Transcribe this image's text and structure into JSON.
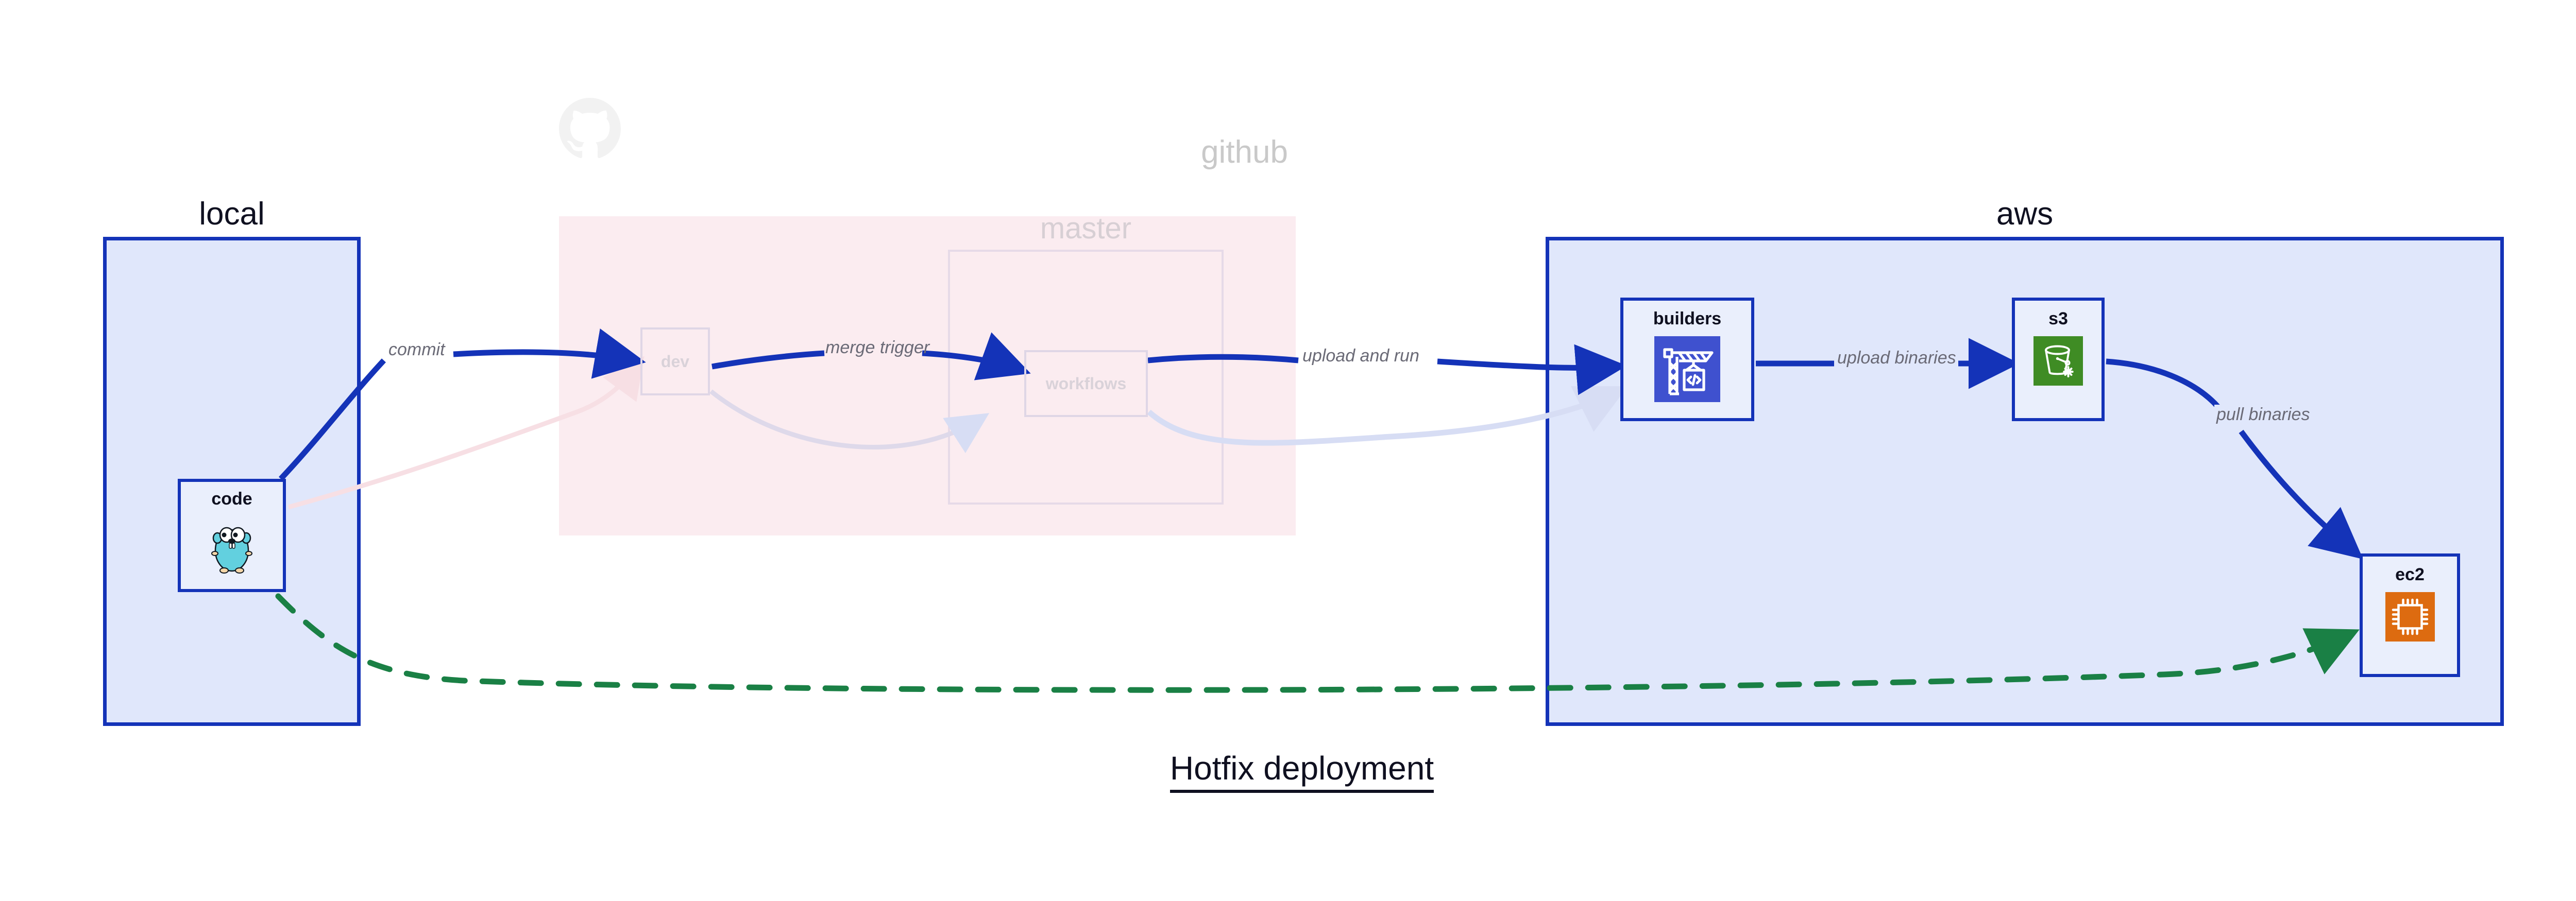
{
  "title": "Hotfix deployment",
  "groups": [
    {
      "id": "local",
      "label": "local"
    },
    {
      "id": "github",
      "label": "github"
    },
    {
      "id": "master",
      "label": "master"
    },
    {
      "id": "aws",
      "label": "aws"
    }
  ],
  "nodes": [
    {
      "id": "code",
      "label": "code",
      "icon": "go-gopher-icon",
      "group": "local",
      "state": "active"
    },
    {
      "id": "dev",
      "label": "dev",
      "icon": "none",
      "group": "github",
      "state": "faded"
    },
    {
      "id": "workflows",
      "label": "workflows",
      "icon": "none",
      "group": "master",
      "state": "faded"
    },
    {
      "id": "builders",
      "label": "builders",
      "icon": "crane-code-icon",
      "group": "aws",
      "state": "active"
    },
    {
      "id": "s3",
      "label": "s3",
      "icon": "s3-bucket-icon",
      "group": "aws",
      "state": "active"
    },
    {
      "id": "ec2",
      "label": "ec2",
      "icon": "cpu-chip-icon",
      "group": "aws",
      "state": "active"
    }
  ],
  "edges": [
    {
      "id": "commit",
      "label": "commit",
      "from": "code",
      "to": "dev",
      "style": "solid",
      "emphasis": "strong"
    },
    {
      "id": "merge-trigger",
      "label": "merge trigger",
      "from": "dev",
      "to": "workflows",
      "style": "solid",
      "emphasis": "strong"
    },
    {
      "id": "upload-and-run",
      "label": "upload and run",
      "from": "workflows",
      "to": "builders",
      "style": "solid",
      "emphasis": "strong"
    },
    {
      "id": "upload-binaries",
      "label": "upload binaries",
      "from": "builders",
      "to": "s3",
      "style": "solid",
      "emphasis": "strong"
    },
    {
      "id": "pull-binaries",
      "label": "pull binaries",
      "from": "s3",
      "to": "ec2",
      "style": "solid",
      "emphasis": "strong"
    },
    {
      "id": "hotfix-direct",
      "label": "",
      "from": "code",
      "to": "ec2",
      "style": "dashed",
      "emphasis": "strong"
    },
    {
      "id": "faded-code-dev",
      "label": "",
      "from": "code",
      "to": "dev",
      "style": "solid",
      "emphasis": "faded"
    },
    {
      "id": "faded-dev-workflows",
      "label": "",
      "from": "dev",
      "to": "workflows",
      "style": "solid",
      "emphasis": "faded"
    },
    {
      "id": "faded-workflows-builders",
      "label": "",
      "from": "workflows",
      "to": "builders",
      "style": "solid",
      "emphasis": "faded"
    }
  ],
  "colors": {
    "group_border": "#1433b8",
    "group_fill": "#e0e7fb",
    "github_fill": "#f9e0e6",
    "edge_strong": "#1433b8",
    "edge_dashed": "#1a8045",
    "edge_faded_pink": "#f7dfe4",
    "edge_faded_blue": "#d7ddf4",
    "label_text": "#6a6a76",
    "builders_icon_bg": "#3f51cf",
    "s3_icon_bg": "#3f8c24",
    "ec2_icon_bg": "#dd6b10",
    "gopher_body": "#62d0df"
  }
}
